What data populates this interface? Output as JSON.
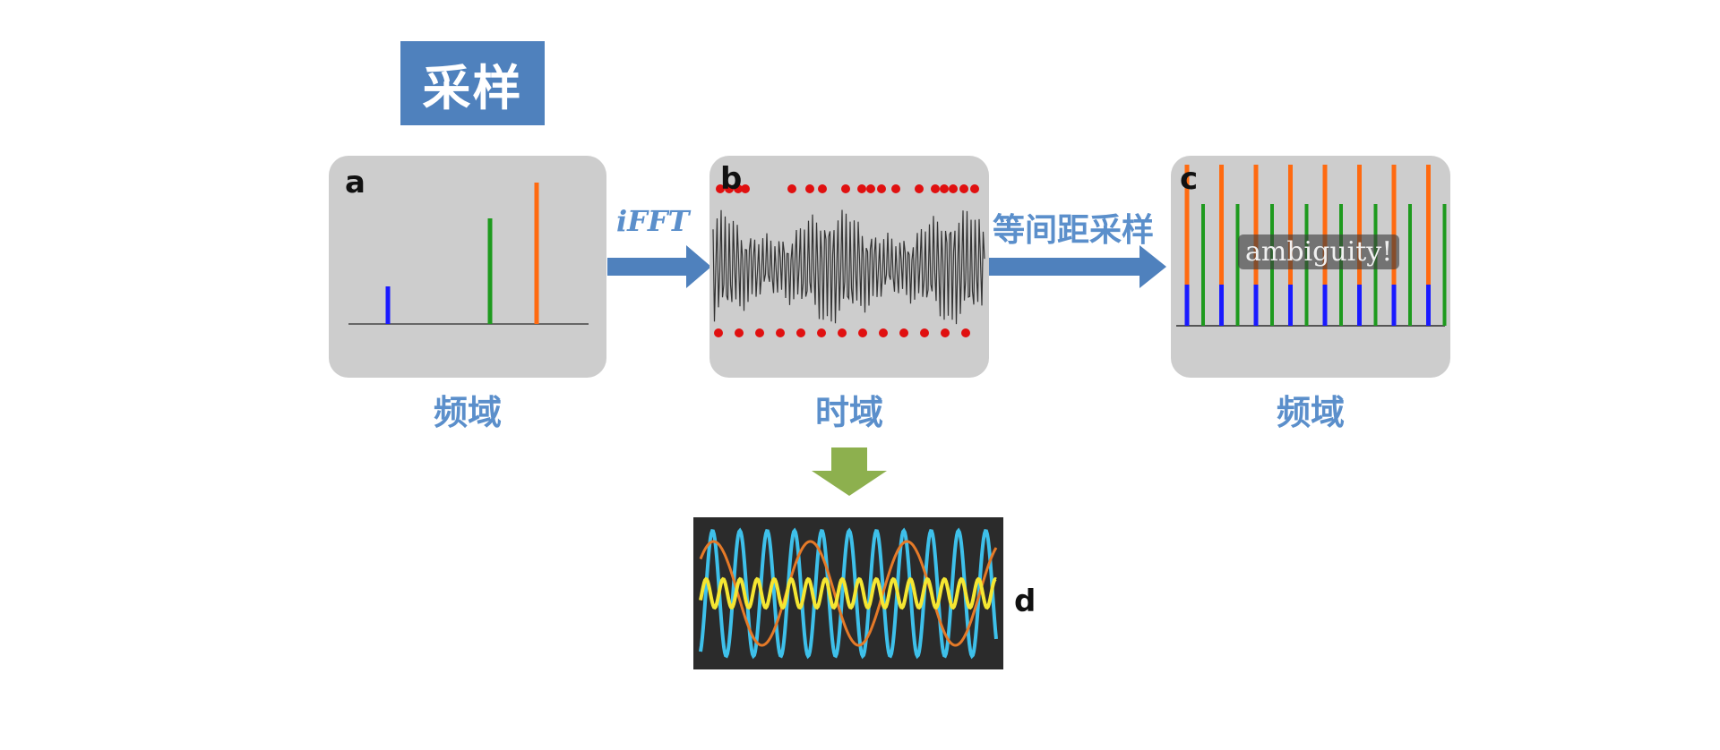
{
  "title": "采样",
  "panels": {
    "a": {
      "letter": "a",
      "caption": "频域"
    },
    "b": {
      "letter": "b",
      "caption": "时域"
    },
    "c": {
      "letter": "c",
      "caption": "频域",
      "badge": "ambiguity!"
    },
    "d": {
      "letter": "d"
    }
  },
  "arrows": {
    "ifft": "iFFT",
    "sampling": "等间距采样"
  },
  "colors": {
    "title_bg": "#4f81bd",
    "label": "#5b8fcb",
    "panel_bg": "#cdcdcd",
    "arrow_blue": "#4f81bd",
    "arrow_green": "#8db04e",
    "spike_blue": "#1a1aff",
    "spike_green": "#1e9a1e",
    "spike_orange": "#ff6a10",
    "sample_dot": "#e01010",
    "wave_cyan": "#3ec0ea",
    "wave_orange": "#e57a28",
    "wave_yellow": "#f5e632"
  },
  "icons": {
    "arrow_right": "right-arrow-icon",
    "arrow_down": "down-arrow-icon"
  }
}
